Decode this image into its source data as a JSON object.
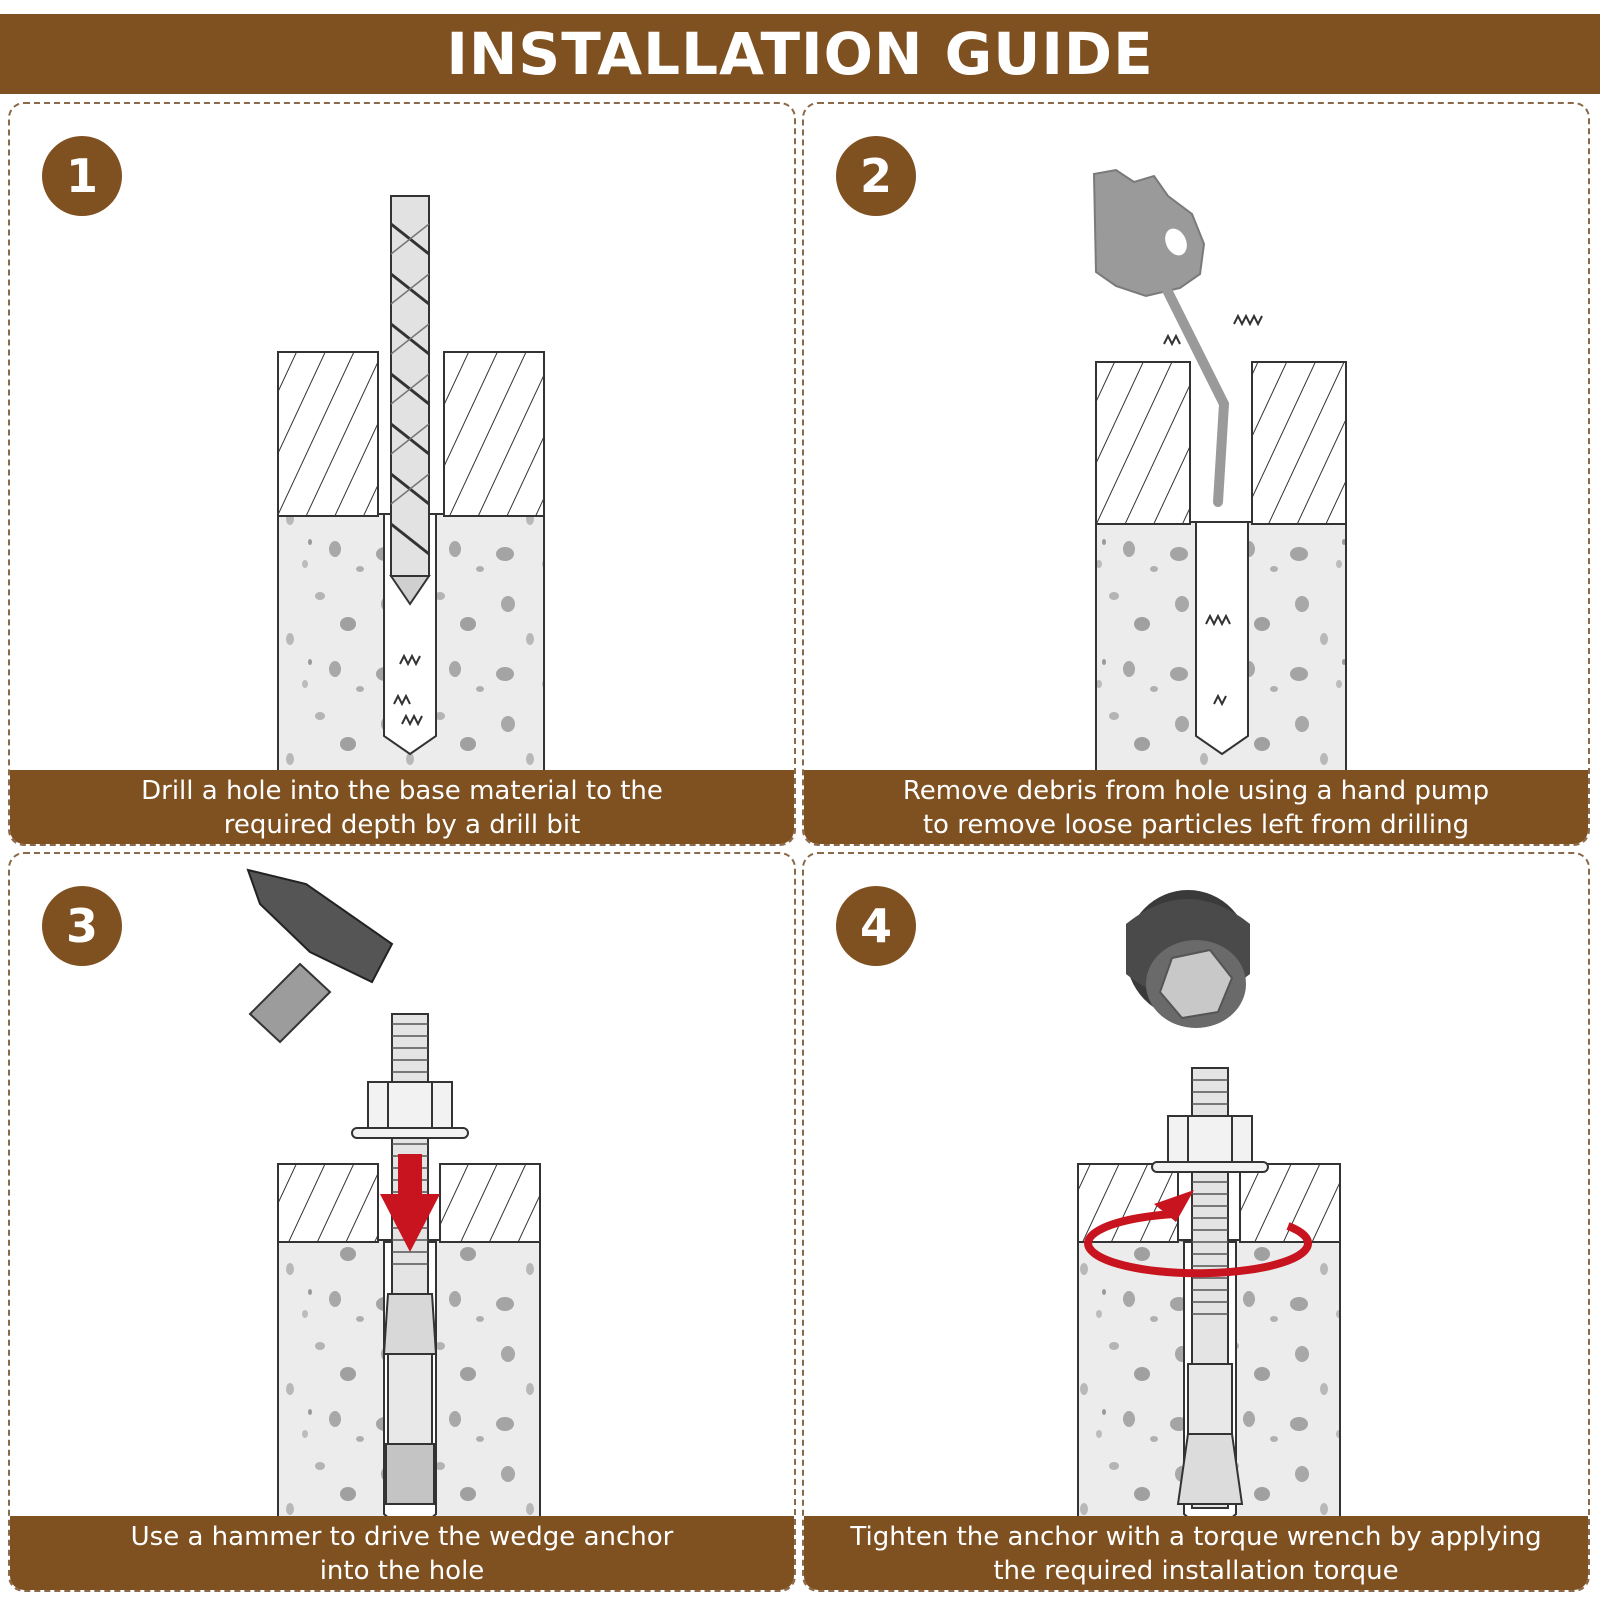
{
  "header": {
    "title": "INSTALLATION GUIDE"
  },
  "colors": {
    "brand": "#7f5020",
    "concrete": "#ececec",
    "accent_red": "#c8141e"
  },
  "steps": [
    {
      "number": "1",
      "icon": "drill-bit-icon",
      "caption_line1": "Drill a hole into the base material to the",
      "caption_line2": "required depth by a drill bit"
    },
    {
      "number": "2",
      "icon": "hand-pump-icon",
      "caption_line1": "Remove debris from hole using a hand pump",
      "caption_line2": "to remove loose particles left from drilling"
    },
    {
      "number": "3",
      "icon": "hammer-icon",
      "caption_line1": "Use a hammer to drive the wedge anchor",
      "caption_line2": "into the hole"
    },
    {
      "number": "4",
      "icon": "socket-wrench-icon",
      "caption_line1": "Tighten the anchor with a torque wrench by applying",
      "caption_line2": "the required installation torque"
    }
  ]
}
